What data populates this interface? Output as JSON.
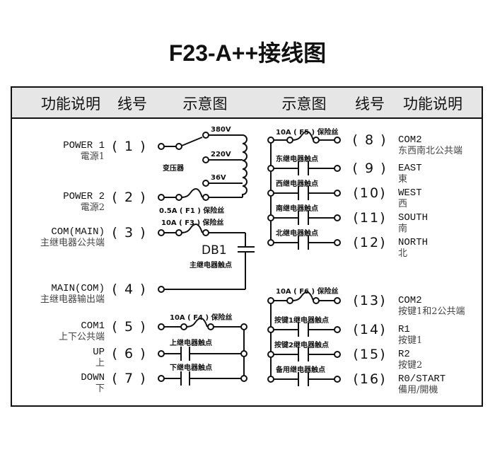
{
  "title": "F23-A++接线图",
  "headers": [
    "功能说明",
    "线号",
    "示意图",
    "示意图",
    "线号",
    "功能说明"
  ],
  "left_rows": [
    {
      "num": "( 1 )",
      "en": "POWER 1",
      "cn": "電源1"
    },
    {
      "num": "( 2 )",
      "en": "POWER 2",
      "cn": "電源2"
    },
    {
      "num": "( 3 )",
      "en": "COM(MAIN)",
      "cn": "主继电器公共端"
    },
    {
      "num": "( 4 )",
      "en": "MAIN(COM)",
      "cn": "主继电器输出端"
    },
    {
      "num": "( 5 )",
      "en": "COM1",
      "cn": "上下公共端"
    },
    {
      "num": "( 6 )",
      "en": "UP",
      "cn": "上"
    },
    {
      "num": "( 7 )",
      "en": "DOWN",
      "cn": "下"
    }
  ],
  "right_rows": [
    {
      "num": "( 8 )",
      "en": "COM2",
      "cn": "东西南北公共端"
    },
    {
      "num": "( 9 )",
      "en": "EAST",
      "cn": "東"
    },
    {
      "num": "(10)",
      "en": "WEST",
      "cn": "西"
    },
    {
      "num": "(11)",
      "en": "SOUTH",
      "cn": "南"
    },
    {
      "num": "(12)",
      "en": "NORTH",
      "cn": "北"
    },
    {
      "num": "(13)",
      "en": "COM2",
      "cn": "按键1和2公共端"
    },
    {
      "num": "(14)",
      "en": "R1",
      "cn": "按键1"
    },
    {
      "num": "(15)",
      "en": "R2",
      "cn": "按键2"
    },
    {
      "num": "(16)",
      "en": "R0/START",
      "cn": "備用/開機"
    }
  ],
  "diagram": {
    "v380": "380V",
    "v220": "220V",
    "v36": "36V",
    "transformer": "变压器",
    "f1": "0.5A ( F1 ) 保险丝",
    "f3": "10A ( F3 ) 保险丝",
    "f4": "10A ( F4 ) 保险丝",
    "f5": "10A ( F5 ) 保险丝",
    "f6": "10A ( F6 ) 保险丝",
    "db1": "DB1",
    "main_contact": "主继电器触点",
    "up_contact": "上继电器触点",
    "down_contact": "下继电器触点",
    "east_contact": "东继电器触点",
    "west_contact": "西继电器触点",
    "south_contact": "南继电器触点",
    "north_contact": "北继电器触点",
    "k1_contact": "按键1继电器触点",
    "k2_contact": "按键2继电器触点",
    "spare_contact": "备用继电器触点"
  }
}
